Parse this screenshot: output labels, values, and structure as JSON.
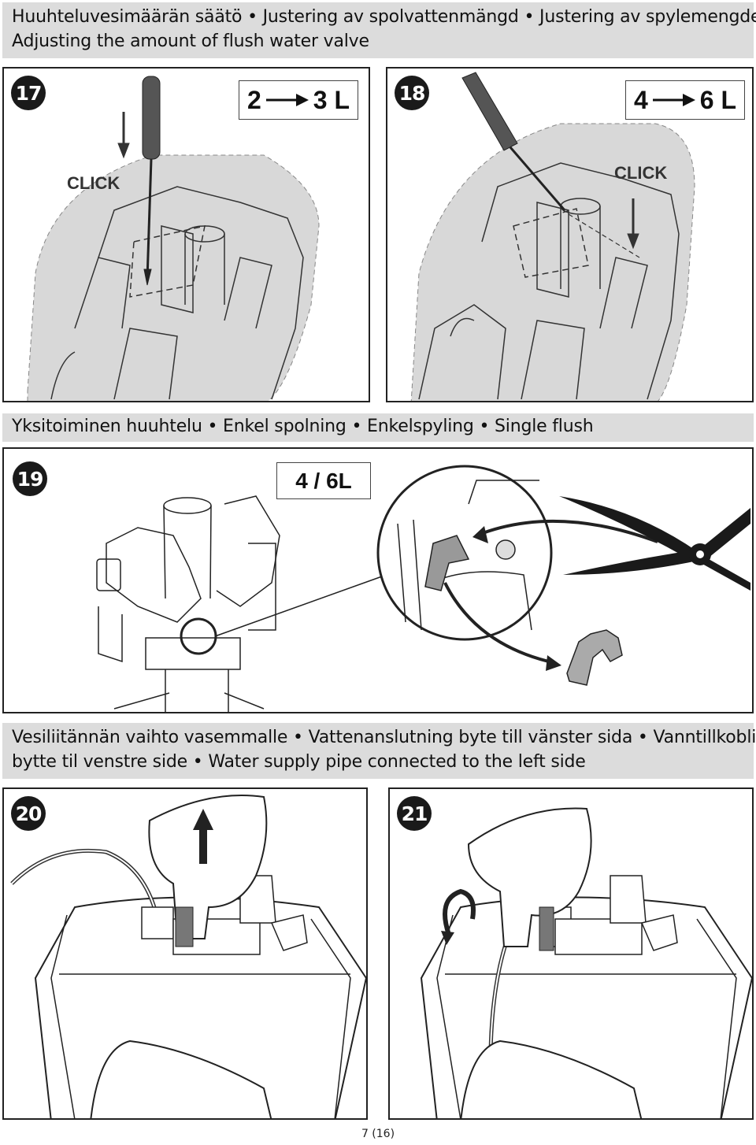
{
  "sections": [
    {
      "lines": [
        "Huuhteluvesimäärän säätö • Justering av spolvattenmängd • Justering av spylemengde •",
        "Adjusting the amount of flush water valve"
      ]
    },
    {
      "lines": [
        "Yksitoiminen huuhtelu  • Enkel spolning • Enkelspyling • Single flush"
      ]
    },
    {
      "lines": [
        "Vesiliitännän vaihto vasemmalle • Vattenanslutning  byte till vänster sida • Vanntillkobling",
        "bytte til venstre side • Water supply pipe connected to the left side"
      ]
    }
  ],
  "steps": {
    "s17": {
      "number": "17",
      "vol_from": "2",
      "vol_to": "3 L",
      "click": "CLICK"
    },
    "s18": {
      "number": "18",
      "vol_from": "4",
      "vol_to": "6 L",
      "click": "CLICK"
    },
    "s19": {
      "number": "19",
      "vol": "4 / 6L"
    },
    "s20": {
      "number": "20"
    },
    "s21": {
      "number": "21"
    }
  },
  "footer": {
    "page": "7 (16)"
  },
  "colors": {
    "band": "#dcdcdc",
    "badge": "#1a1a1a",
    "shade": "#d8d8d8"
  }
}
